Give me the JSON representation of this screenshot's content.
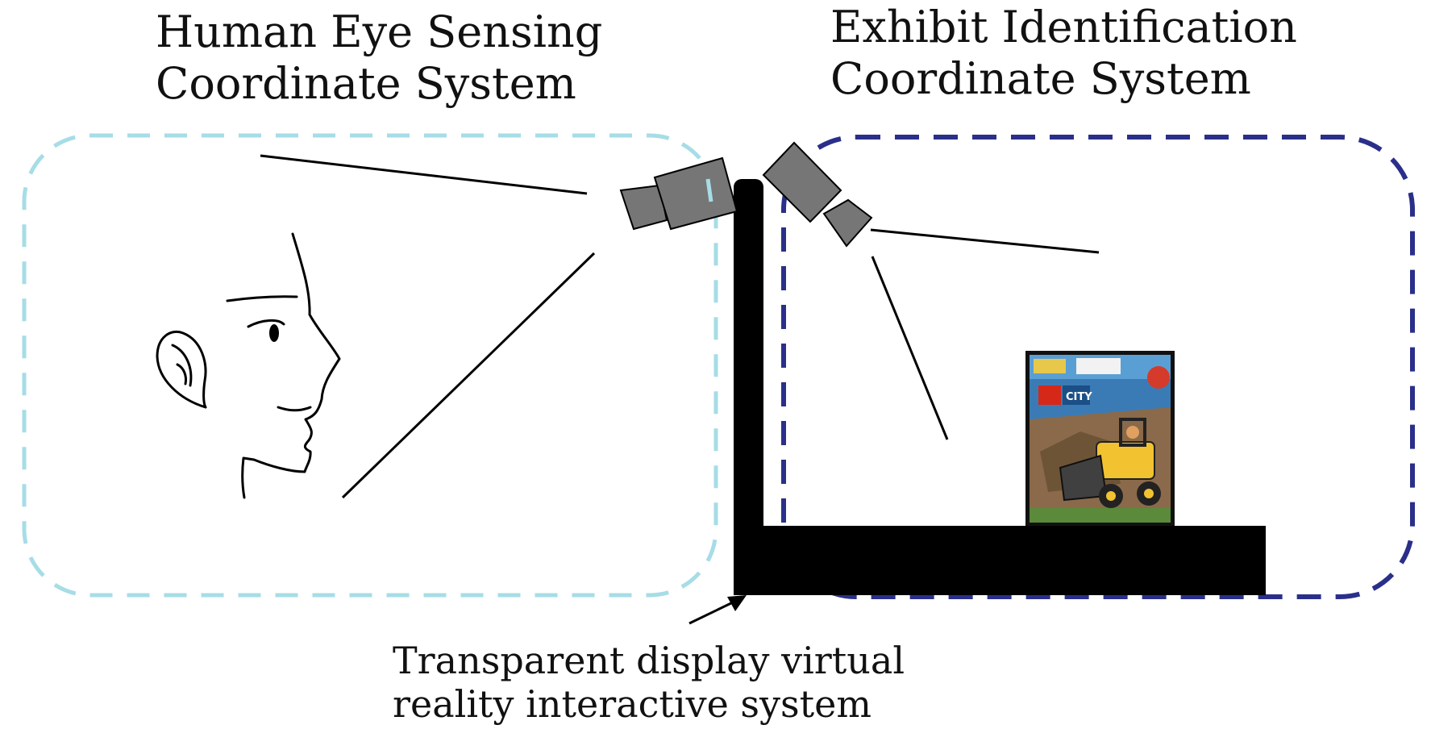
{
  "labels": {
    "human_eye_line1": "Human Eye Sensing",
    "human_eye_line2": "Coordinate System",
    "exhibit_line1": "Exhibit Identification",
    "exhibit_line2": "Coordinate System",
    "display_line1": "Transparent display virtual",
    "display_line2": "reality interactive system"
  },
  "product_box": {
    "logo_text": "CITY"
  },
  "colors": {
    "human_region_border": "#A6DDE6",
    "exhibit_region_border": "#2A2F8A",
    "display_frame": "#000000",
    "camera_body": "#767676"
  }
}
